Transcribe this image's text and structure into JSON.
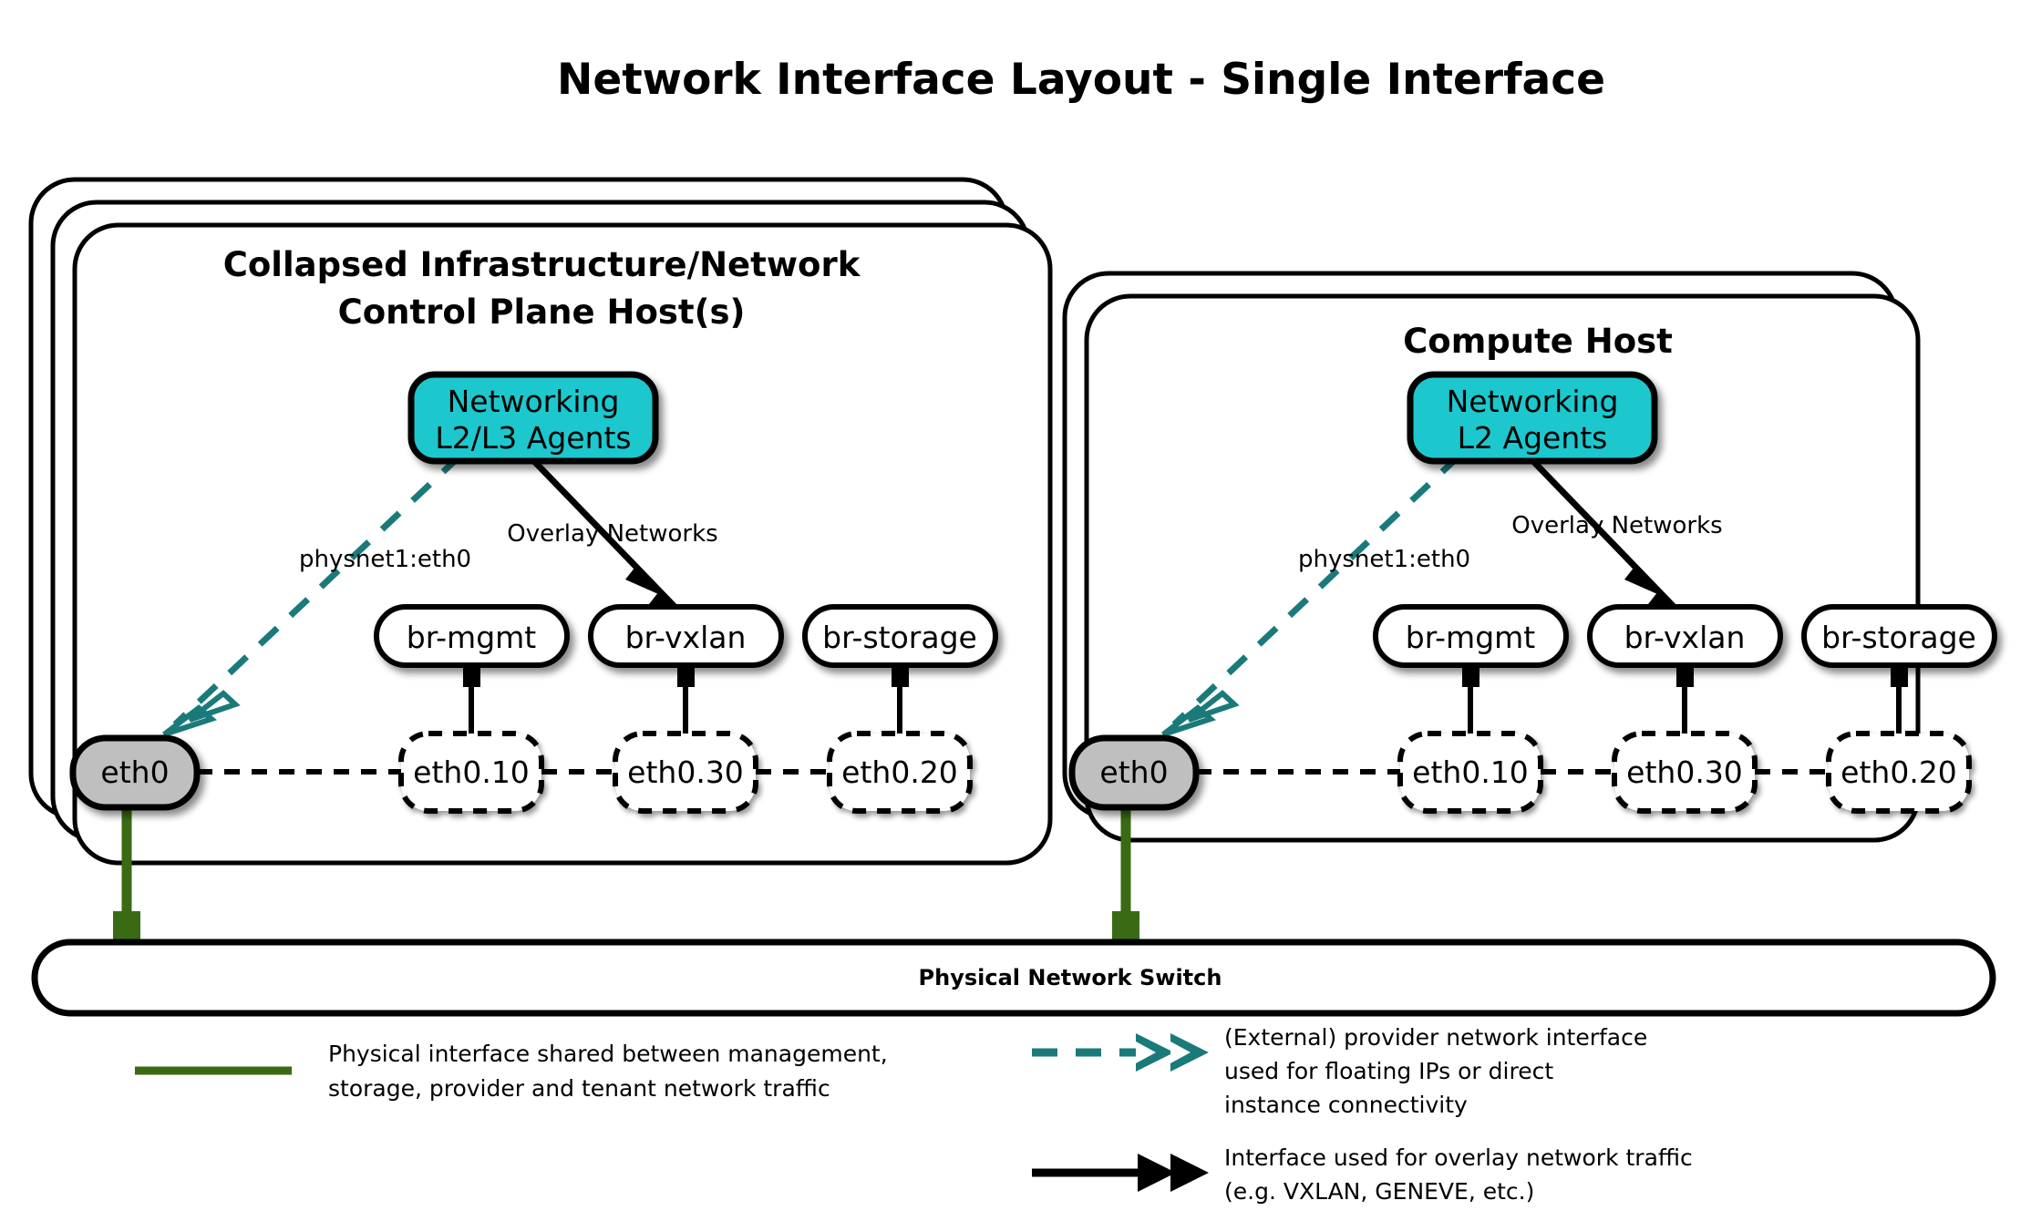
{
  "title": "Network Interface Layout - Single Interface",
  "colors": {
    "agent_fill": "#1fc8cd",
    "nic_fill": "#bfbfbf",
    "provider_teal": "#1a7a7a",
    "physical_green": "#3a6b14",
    "stroke": "#000000",
    "background": "#ffffff"
  },
  "hosts": [
    {
      "id": "control",
      "name": "Collapsed Infrastructure/Network Control Plane Host(s)",
      "title_line1": "Collapsed Infrastructure/Network",
      "title_line2": "Control Plane Host(s)",
      "stack_layers": 3,
      "agent": {
        "line1": "Networking",
        "line2": "L2/L3 Agents"
      },
      "provider_label": "physnet1:eth0",
      "overlay_label": "Overlay Networks",
      "nic": "eth0",
      "bridges": [
        {
          "bridge": "br-mgmt",
          "vlan": "eth0.10"
        },
        {
          "bridge": "br-vxlan",
          "vlan": "eth0.30"
        },
        {
          "bridge": "br-storage",
          "vlan": "eth0.20"
        }
      ]
    },
    {
      "id": "compute",
      "name": "Compute Host",
      "title_line1": "Compute Host",
      "title_line2": "",
      "stack_layers": 2,
      "agent": {
        "line1": "Networking",
        "line2": "L2 Agents"
      },
      "provider_label": "physnet1:eth0",
      "overlay_label": "Overlay Networks",
      "nic": "eth0",
      "bridges": [
        {
          "bridge": "br-mgmt",
          "vlan": "eth0.10"
        },
        {
          "bridge": "br-vxlan",
          "vlan": "eth0.30"
        },
        {
          "bridge": "br-storage",
          "vlan": "eth0.20"
        }
      ]
    }
  ],
  "switch": {
    "label": "Physical Network Switch"
  },
  "legend": [
    {
      "id": "physical",
      "style": "solid-green-line",
      "lines": [
        "Physical interface shared between management,",
        "storage, provider and tenant network traffic"
      ]
    },
    {
      "id": "provider",
      "style": "dashed-teal-double-arrow",
      "lines": [
        "(External) provider network interface",
        "used for floating IPs or direct",
        "instance connectivity"
      ]
    },
    {
      "id": "overlay",
      "style": "solid-black-double-arrow",
      "lines": [
        "Interface used for overlay network traffic",
        "(e.g. VXLAN, GENEVE, etc.)"
      ]
    }
  ]
}
